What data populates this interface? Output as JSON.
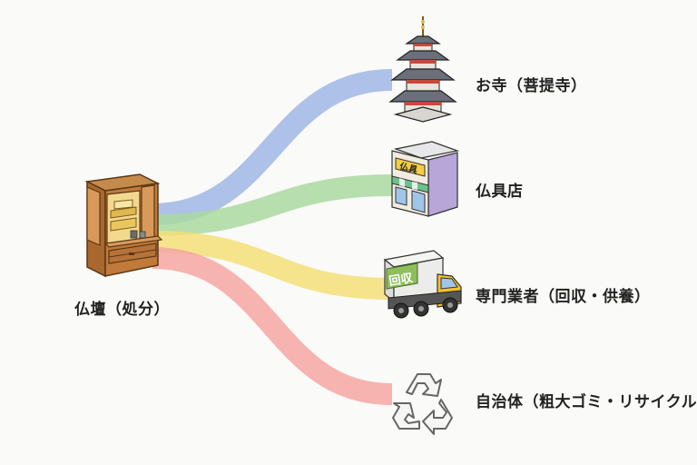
{
  "source": {
    "label": "仏壇（処分）",
    "icon": "butsudan-altar-icon"
  },
  "destinations": [
    {
      "label": "お寺（菩提寺）",
      "icon": "pagoda-temple-icon",
      "color": "#9fb6e6"
    },
    {
      "label": "仏具店",
      "icon": "buddhist-goods-shop-icon",
      "color": "#a9d9a0",
      "sign": "仏具"
    },
    {
      "label": "専門業者（回収・供養）",
      "icon": "collection-truck-icon",
      "color": "#f5df7a",
      "sign": "回収"
    },
    {
      "label": "自治体（粗大ゴミ・リサイクル",
      "icon": "recycle-icon",
      "color": "#f4a6a3"
    }
  ]
}
